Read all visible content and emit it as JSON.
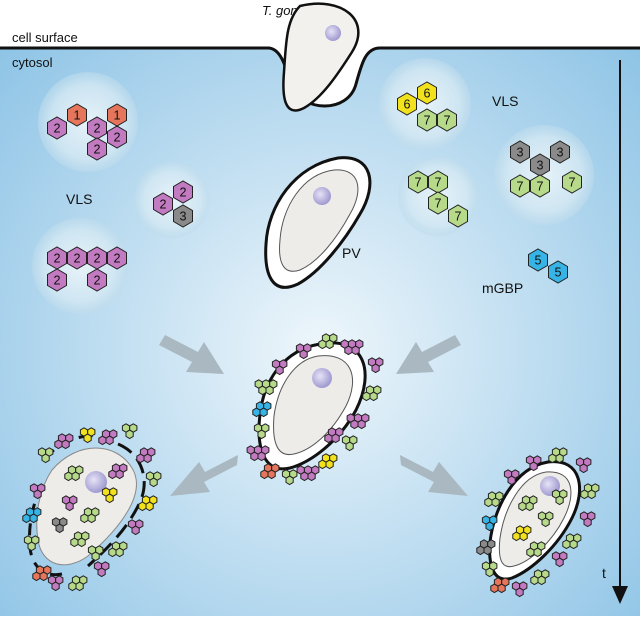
{
  "labels": {
    "parasite": "T. gondii",
    "cell_surface": "cell surface",
    "cytosol": "cytosol",
    "vls_left": "VLS",
    "vls_right": "VLS",
    "pv": "PV",
    "mgbp": "mGBP",
    "time_axis": "t"
  },
  "colors": {
    "cytosol_center": "#eef6fb",
    "cytosol_edge": "#8ec4e6",
    "gbp1": "#e5765c",
    "gbp2": "#c27ac0",
    "gbp3": "#8a8a8a",
    "gbp5": "#37b4e6",
    "gbp6": "#f2e21e",
    "gbp7": "#b7d98a",
    "arrow": "#a9b8c1"
  },
  "clusters": [
    {
      "group": "vls-1",
      "hexes": [
        {
          "n": "2"
        },
        {
          "n": "1"
        },
        {
          "n": "2"
        },
        {
          "n": "1"
        },
        {
          "n": "2"
        },
        {
          "n": "2"
        }
      ]
    },
    {
      "group": "vls-2",
      "hexes": [
        {
          "n": "2"
        },
        {
          "n": "2"
        },
        {
          "n": "3"
        }
      ]
    },
    {
      "group": "vls-3",
      "hexes": [
        {
          "n": "2"
        },
        {
          "n": "2"
        },
        {
          "n": "2"
        },
        {
          "n": "2"
        },
        {
          "n": "2"
        },
        {
          "n": "2"
        }
      ]
    },
    {
      "group": "vls-4",
      "hexes": [
        {
          "n": "6"
        },
        {
          "n": "6"
        },
        {
          "n": "7"
        },
        {
          "n": "7"
        }
      ]
    },
    {
      "group": "vls-5",
      "hexes": [
        {
          "n": "3"
        },
        {
          "n": "3"
        },
        {
          "n": "3"
        },
        {
          "n": "7"
        },
        {
          "n": "7"
        },
        {
          "n": "7"
        }
      ]
    },
    {
      "group": "vls-6",
      "hexes": [
        {
          "n": "7"
        },
        {
          "n": "7"
        },
        {
          "n": "7"
        },
        {
          "n": "7"
        }
      ]
    },
    {
      "group": "mgbp",
      "hexes": [
        {
          "n": "5"
        },
        {
          "n": "5"
        }
      ]
    }
  ]
}
